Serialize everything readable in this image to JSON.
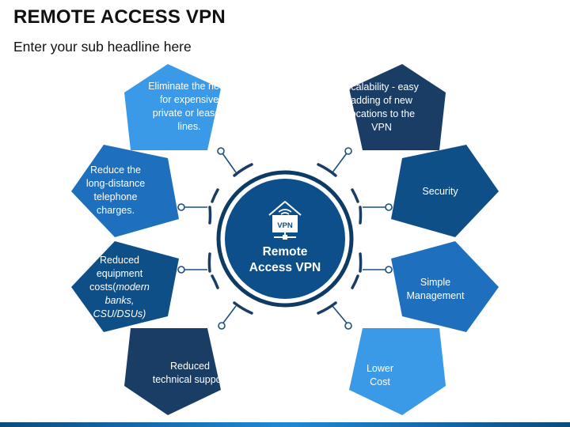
{
  "header": {
    "title": "REMOTE ACCESS VPN",
    "subtitle": "Enter your sub headline here"
  },
  "hub": {
    "label_line1": "Remote",
    "label_line2": "Access VPN",
    "icon_text": "VPN",
    "icon": "vpn-house-icon"
  },
  "colors": {
    "dark_navy": "#1a3d66",
    "navy": "#0e4f88",
    "blue": "#1f6fbf",
    "light_blue": "#3b9ae8",
    "hub_ring": "#0e3b63",
    "hub_fill": "#0d4f8a"
  },
  "items": [
    {
      "id": "eliminate",
      "text": "Eliminate the need for expensive private or leased lines.",
      "color": "#3b9ae8"
    },
    {
      "id": "reduce-distance",
      "text": "Reduce the long-distance telephone charges.",
      "color": "#1f6fbf"
    },
    {
      "id": "reduced-equipment",
      "text_html_parts": [
        "Reduced",
        "equipment",
        "costs(",
        "modern banks, CSU/DSUs)"
      ],
      "color": "#0e4f88"
    },
    {
      "id": "reduced-support",
      "text": "Reduced technical support",
      "color": "#1a3d66"
    },
    {
      "id": "scalability",
      "text": "Scalability - easy adding of new locations to the VPN",
      "color": "#1a3d66"
    },
    {
      "id": "security",
      "text": "Security",
      "color": "#0e4f88"
    },
    {
      "id": "simple-management",
      "text": "Simple Management",
      "color": "#1f6fbf"
    },
    {
      "id": "lower-cost",
      "text": "Lower Cost",
      "color": "#3b9ae8"
    }
  ]
}
